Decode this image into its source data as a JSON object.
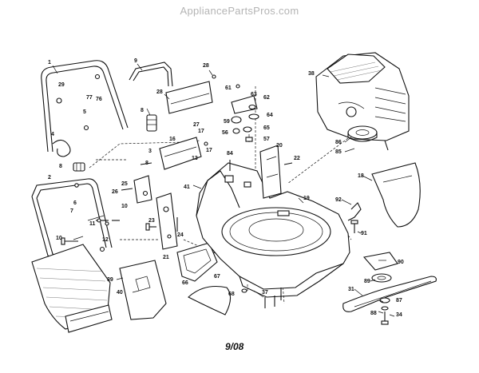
{
  "watermark": "AppliancePartsPros.com",
  "footer_date": "9/08",
  "callouts": {
    "c1": "1",
    "c2": "2",
    "c3": "3",
    "c4": "4",
    "c5": "5",
    "c6": "6",
    "c7": "7",
    "c8a": "8",
    "c8b": "8",
    "c8c": "8",
    "c9": "9",
    "c10": "10",
    "c11": "11",
    "c12": "12",
    "c13": "13",
    "c16": "16",
    "c17a": "17",
    "c17b": "17",
    "c18": "18",
    "c19": "19",
    "c20": "20",
    "c21": "21",
    "c22": "22",
    "c23": "23",
    "c24": "24",
    "c25": "25",
    "c26": "26",
    "c27": "27",
    "c28a": "28",
    "c28b": "28",
    "c29": "29",
    "c31": "31",
    "c34": "34",
    "c37": "37",
    "c38": "38",
    "c39": "39",
    "c40": "40",
    "c41": "41",
    "c56": "56",
    "c57": "57",
    "c59": "59",
    "c61": "61",
    "c62": "62",
    "c63": "63",
    "c64": "64",
    "c65": "65",
    "c66": "66",
    "c67": "67",
    "c68": "68",
    "c76": "76",
    "c77": "77",
    "c84": "84",
    "c85": "85",
    "c86": "86",
    "c87": "87",
    "c88": "88",
    "c89": "89",
    "c90": "90",
    "c91": "91",
    "c92": "92"
  }
}
